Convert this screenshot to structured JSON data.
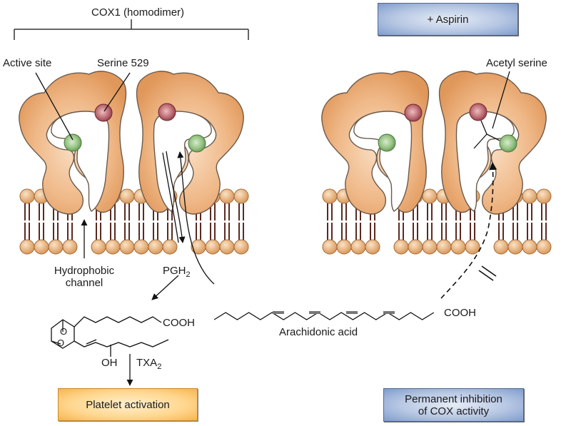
{
  "title": "COX1 inhibition by aspirin",
  "colors": {
    "protein_fill": "#eeb27e",
    "protein_stroke": "#6b5a4c",
    "serine_fill": "#b65a62",
    "active_site_fill": "#8fbf7a",
    "lipid_head": "#e9b47a",
    "lipid_tail": "#5a2a22",
    "aspirin_box": "#a9bcdf",
    "platelet_box": "#ffd27f"
  },
  "labels": {
    "cox1": "COX1 (homodimer)",
    "active_site": "Active site",
    "serine": "Serine 529",
    "acetyl_serine": "Acetyl serine",
    "hydrophobic_channel_line1": "Hydrophobic",
    "hydrophobic_channel_line2": "channel",
    "pgh2_main": "PGH",
    "pgh2_sub": "2",
    "txa2_main": "TXA",
    "txa2_sub": "2",
    "cooh_txa2": "COOH",
    "oh": "OH",
    "cooh_aa": "COOH",
    "arachidonic_acid": "Arachidonic acid",
    "o_top": "O",
    "o_bottom": "O"
  },
  "boxes": {
    "aspirin": "+ Aspirin",
    "platelet_activation": "Platelet activation",
    "inhibition_line1": "Permanent inhibition",
    "inhibition_line2": "of COX activity"
  }
}
